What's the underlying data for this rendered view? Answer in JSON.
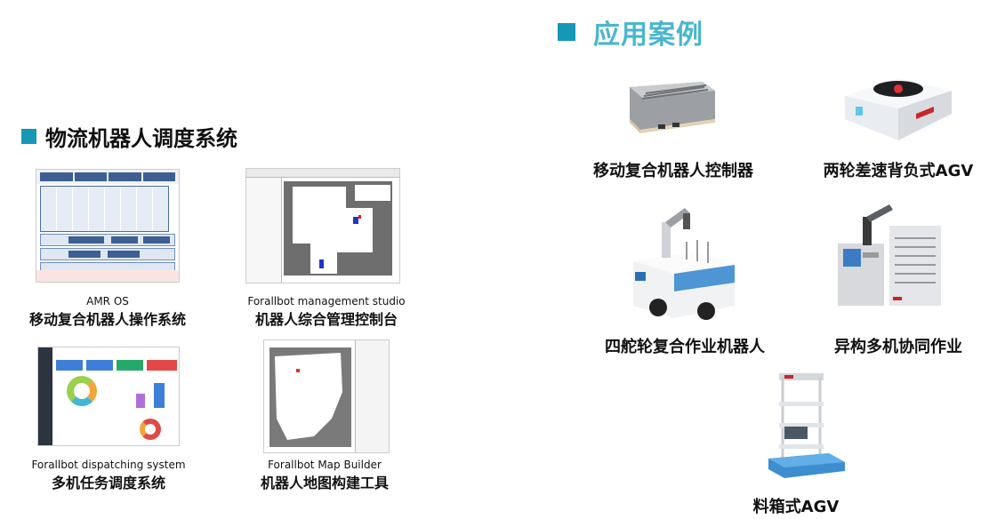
{
  "left_section": {
    "title": "物流机器人调度系统",
    "items": [
      {
        "subtitle": "AMR OS",
        "title": "移动复合机器人操作系统"
      },
      {
        "subtitle": "Forallbot management studio",
        "title": "机器人综合管理控制台"
      },
      {
        "subtitle": "Forallbot dispatching system",
        "title": "多机任务调度系统"
      },
      {
        "subtitle": "Forallbot Map Builder",
        "title": "机器人地图构建工具"
      }
    ]
  },
  "right_section": {
    "title": "应用案例",
    "cases": [
      {
        "label": "移动复合机器人控制器"
      },
      {
        "label": "两轮差速背负式AGV"
      },
      {
        "label": "四舵轮复合作业机器人"
      },
      {
        "label": "异构多机协同作业"
      },
      {
        "label": "料箱式AGV"
      }
    ]
  },
  "colors": {
    "accent": "#1597b5",
    "heading_light": "#49b6ce"
  }
}
